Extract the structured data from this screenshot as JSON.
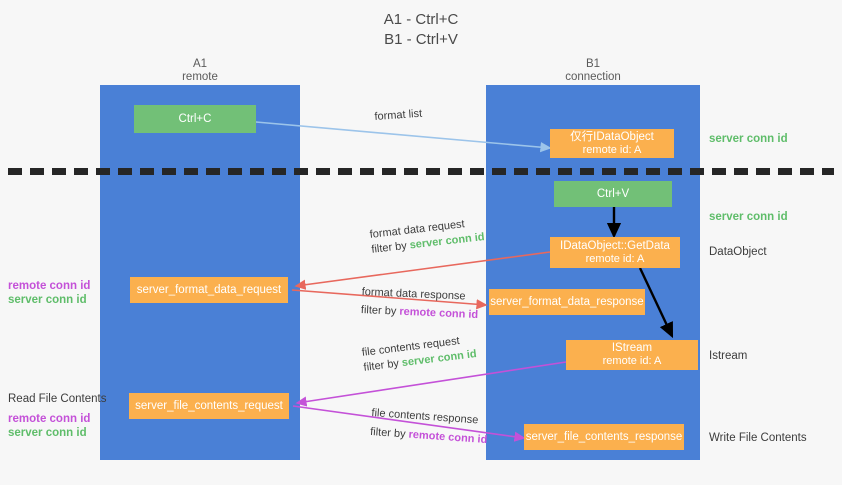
{
  "title": {
    "line1": "A1 - Ctrl+C",
    "line2": "B1 - Ctrl+V"
  },
  "colors": {
    "lane_blue": "#4a80d6",
    "node_green": "#72c077",
    "node_orange": "#fbb04e",
    "server_conn_green": "#5fbd6a",
    "remote_conn_magenta": "#c451d8",
    "arrow_blue": "#9cc4ea",
    "arrow_red": "#e8685d",
    "arrow_magenta": "#c451d8",
    "arrow_black": "#000000",
    "divider_black": "#262626",
    "background": "#f7f7f7"
  },
  "lanes": [
    {
      "name": "A1",
      "sub": "remote"
    },
    {
      "name": "B1",
      "sub": "connection"
    }
  ],
  "nodes": {
    "ctrl_c": {
      "line1": "Ctrl+C"
    },
    "idataobject": {
      "line1": "仅行IDataObject",
      "line2": "remote id: A"
    },
    "ctrl_v": {
      "line1": "Ctrl+V"
    },
    "getdata": {
      "line1": "IDataObject::GetData",
      "line2": "remote id: A"
    },
    "fmt_req": {
      "line1": "server_format_data_request"
    },
    "fmt_resp": {
      "line1": "server_format_data_response"
    },
    "istream": {
      "line1": "IStream",
      "line2": "remote id: A"
    },
    "file_req": {
      "line1": "server_file_contents_request"
    },
    "file_resp": {
      "line1": "server_file_contents_response"
    }
  },
  "side_labels": {
    "server_conn_id_1": "server conn id",
    "server_conn_id_2": "server conn id",
    "dataobject": "DataObject",
    "istream": "Istream",
    "write_file_contents": "Write File Contents",
    "read_file_contents": "Read File Contents",
    "remote_conn_id_left_1": "remote conn id",
    "server_conn_id_left_1": "server conn id",
    "remote_conn_id_left_2": "remote conn id",
    "server_conn_id_left_2": "server conn id"
  },
  "captions": {
    "format_list": "format list",
    "fmt_req_l1": "format data request",
    "fmt_req_filter_prefix": "filter by ",
    "fmt_req_filter_target": "server conn id",
    "fmt_resp_l1": "format data response",
    "fmt_resp_filter_prefix": "filter by ",
    "fmt_resp_filter_target": "remote conn id",
    "file_req_l1": "file contents request",
    "file_req_filter_prefix": "filter by ",
    "file_req_filter_target": "server conn id",
    "file_resp_l1": "file contents response",
    "file_resp_filter_prefix": "filter by ",
    "file_resp_filter_target": "remote conn id"
  }
}
